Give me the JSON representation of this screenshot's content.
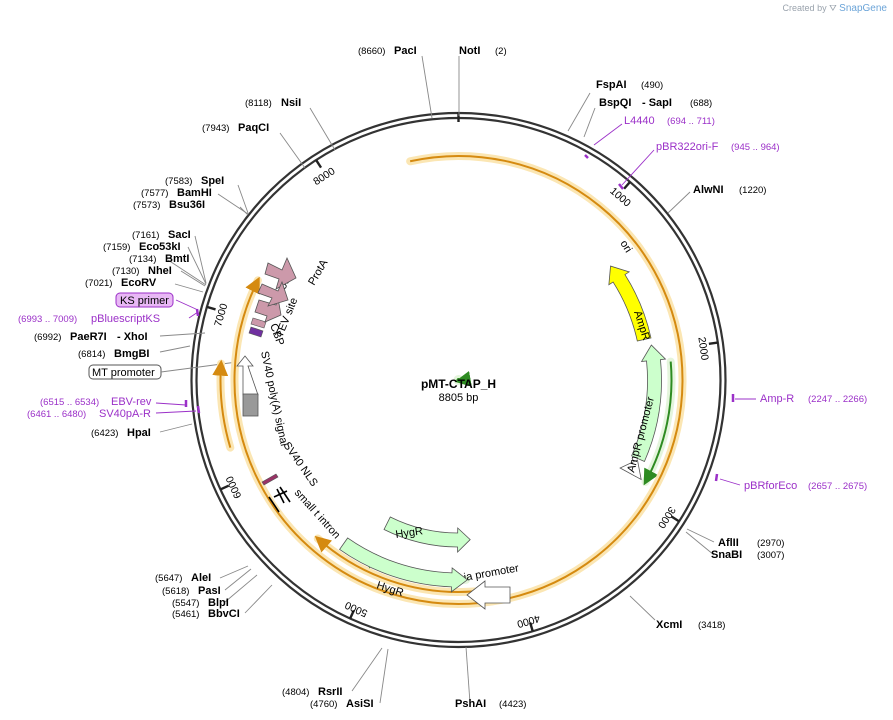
{
  "credit": {
    "text": "Created by",
    "brand": "SnapGene"
  },
  "plasmid": {
    "name": "pMT-CTAP_H",
    "length_label": "8805 bp",
    "length": 8805
  },
  "ticks": [
    "1000",
    "2000",
    "3000",
    "4000",
    "5000",
    "6000",
    "7000",
    "8000"
  ],
  "enzymes": [
    {
      "name": "NotI",
      "pos": "(2)"
    },
    {
      "name": "PacI",
      "pos": "(8660)"
    },
    {
      "name": "NsiI",
      "pos": "(8118)"
    },
    {
      "name": "PaqCI",
      "pos": "(7943)"
    },
    {
      "name": "SpeI",
      "pos": "(7583)"
    },
    {
      "name": "BamHI",
      "pos": "(7577)"
    },
    {
      "name": "Bsu36I",
      "pos": "(7573)"
    },
    {
      "name": "SacI",
      "pos": "(7161)"
    },
    {
      "name": "Eco53kI",
      "pos": "(7159)"
    },
    {
      "name": "BmtI",
      "pos": "(7134)"
    },
    {
      "name": "NheI",
      "pos": "(7130)"
    },
    {
      "name": "EcoRV",
      "pos": "(7021)"
    },
    {
      "name": "PaeR7I",
      "pos": "(6992)"
    },
    {
      "name": "- XhoI",
      "pos": ""
    },
    {
      "name": "BmgBI",
      "pos": "(6814)"
    },
    {
      "name": "HpaI",
      "pos": "(6423)"
    },
    {
      "name": "AleI",
      "pos": "(5647)"
    },
    {
      "name": "PasI",
      "pos": "(5618)"
    },
    {
      "name": "BlpI",
      "pos": "(5547)"
    },
    {
      "name": "BbvCI",
      "pos": "(5461)"
    },
    {
      "name": "RsrII",
      "pos": "(4804)"
    },
    {
      "name": "AsiSI",
      "pos": "(4760)"
    },
    {
      "name": "PshAI",
      "pos": "(4423)"
    },
    {
      "name": "XcmI",
      "pos": "(3418)"
    },
    {
      "name": "AflII",
      "pos": "(2970)"
    },
    {
      "name": "SnaBI",
      "pos": "(3007)"
    },
    {
      "name": "AlwNI",
      "pos": "(1220)"
    },
    {
      "name": "FspAI",
      "pos": "(490)"
    },
    {
      "name": "BspQI",
      "pos": ""
    },
    {
      "name": "- SapI",
      "pos": "(688)"
    }
  ],
  "primers": [
    {
      "name": "L4440",
      "range": "(694 .. 711)"
    },
    {
      "name": "pBR322ori-F",
      "range": "(945 .. 964)"
    },
    {
      "name": "Amp-R",
      "range": "(2247 .. 2266)"
    },
    {
      "name": "pBRforEco",
      "range": "(2657 .. 2675)"
    },
    {
      "name": "EBV-rev",
      "range": "(6515 .. 6534)"
    },
    {
      "name": "SV40pA-R",
      "range": "(6461 .. 6480)"
    },
    {
      "name": "pBluescriptKS",
      "range": "(6993 .. 7009)"
    }
  ],
  "boxed_labels": [
    {
      "text": "KS primer",
      "highlight": true
    },
    {
      "text": "MT promoter",
      "highlight": false
    }
  ],
  "features": [
    {
      "name": "ori",
      "color": "#ffff00"
    },
    {
      "name": "AmpR",
      "color": "#ccffcc"
    },
    {
      "name": "AmpR promoter",
      "color": "#ffffff"
    },
    {
      "name": "copia promoter",
      "color": "#ffffff"
    },
    {
      "name": "HygR",
      "color": "#ccffcc"
    },
    {
      "name": "HygR",
      "color": "#ccffcc"
    },
    {
      "name": "small t intron",
      "color": "#000000"
    },
    {
      "name": "SV40 NLS",
      "color": "#993366"
    },
    {
      "name": "SV40 poly(A) signal",
      "color": "#999999"
    },
    {
      "name": "CBP",
      "color": "#7030a0"
    },
    {
      "name": "TEV site",
      "color": "#cc99aa"
    },
    {
      "name": "ProtA",
      "color": "#cc99aa"
    },
    {
      "name": "ProtA",
      "color": "#cc99aa"
    }
  ],
  "colors": {
    "orf": "#f5a623",
    "orf_glow": "#fbe6b3",
    "primer": "#9b30c8",
    "backbone": "#333333"
  }
}
